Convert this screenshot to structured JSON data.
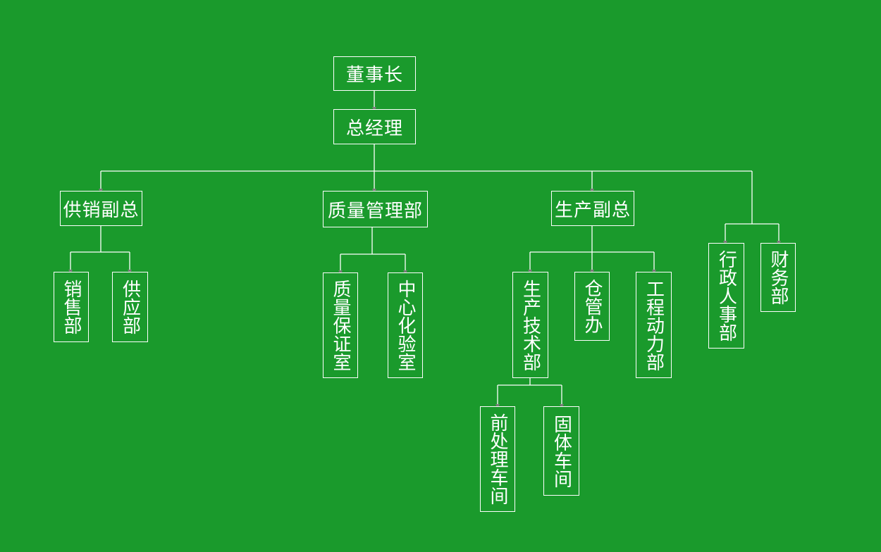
{
  "colors": {
    "background": "#1a9a2c",
    "stroke": "#ffffff",
    "text": "#ffffff",
    "arrow": "#7a7a7a"
  },
  "nodes": {
    "chairman": "董事长",
    "general_manager": "总经理",
    "vp_supply_sales": "供销副总",
    "quality_management": "质量管理部",
    "vp_production": "生产副总",
    "sales": "销售部",
    "supply": "供应部",
    "quality_assurance": "质量保证室",
    "central_lab": "中心化验室",
    "production_tech": "生产技术部",
    "warehouse": "仓管办",
    "engineering_power": "工程动力部",
    "admin_hr": "行政人事部",
    "finance": "财务部",
    "pretreatment_workshop": "前处理车间",
    "solids_workshop": "固体车间"
  }
}
